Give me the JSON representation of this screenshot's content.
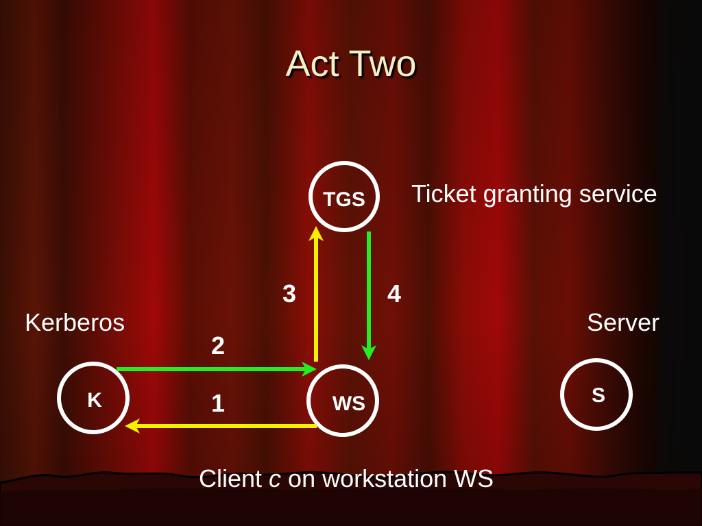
{
  "title": "Act Two",
  "labels": {
    "tgs_desc": "Ticket granting service",
    "kerberos": "Kerberos",
    "server": "Server",
    "client_prefix": "Client ",
    "client_var": "c",
    "client_suffix": " on workstation WS"
  },
  "nodes": {
    "tgs": "TGS",
    "k": "K",
    "ws": "WS",
    "s": "S"
  },
  "steps": {
    "one": "1",
    "two": "2",
    "three": "3",
    "four": "4"
  },
  "colors": {
    "green_arrow": "#22ee22",
    "yellow_arrow": "#f2f200",
    "node_stroke": "#ffffff",
    "title_text": "#f5f0c8"
  }
}
